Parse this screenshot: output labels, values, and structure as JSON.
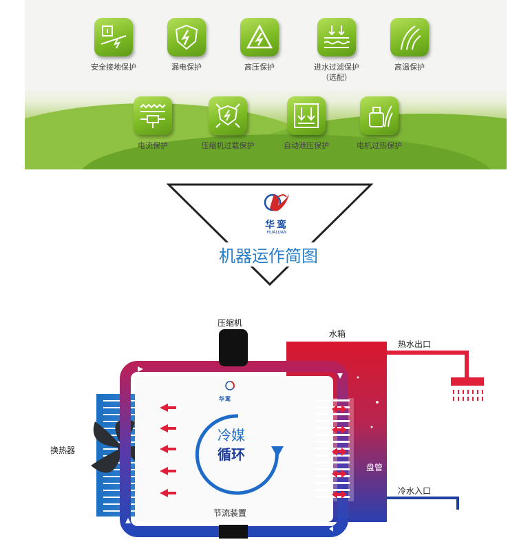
{
  "protections_row1": [
    {
      "label": "安全接地保护",
      "icon": "ground-icon"
    },
    {
      "label": "漏电保护",
      "icon": "leakage-shield-icon"
    },
    {
      "label": "高压保护",
      "icon": "high-voltage-icon"
    },
    {
      "label": "进水过滤保护",
      "sublabel": "（选配）",
      "icon": "water-filter-icon"
    },
    {
      "label": "高温保护",
      "icon": "high-temperature-icon"
    }
  ],
  "protections_row2": [
    {
      "label": "电流保护",
      "icon": "current-icon"
    },
    {
      "label": "压缩机过载保护",
      "icon": "compressor-overload-icon"
    },
    {
      "label": "自动泄压保护",
      "icon": "pressure-relief-icon"
    },
    {
      "label": "电机过热保护",
      "icon": "motor-overheat-icon"
    }
  ],
  "brand": {
    "name_cn": "华鸾",
    "name_en": "HUALUAN"
  },
  "diagram_title": "机器运作简图",
  "diagram": {
    "compressor": "压缩机",
    "water_tank": "水箱",
    "hot_water_outlet": "热水出口",
    "heat_exchanger": "换热器",
    "coil": "盘管",
    "cold_water_inlet": "冷水入口",
    "throttle": "节流装置",
    "refrigerant_line1": "冷媒",
    "refrigerant_line2": "循环"
  },
  "colors": {
    "accent_green": "#7dbb24",
    "title_blue": "#2a7fc9",
    "hot_red": "#e0203a",
    "cold_blue": "#2a4fbf"
  }
}
